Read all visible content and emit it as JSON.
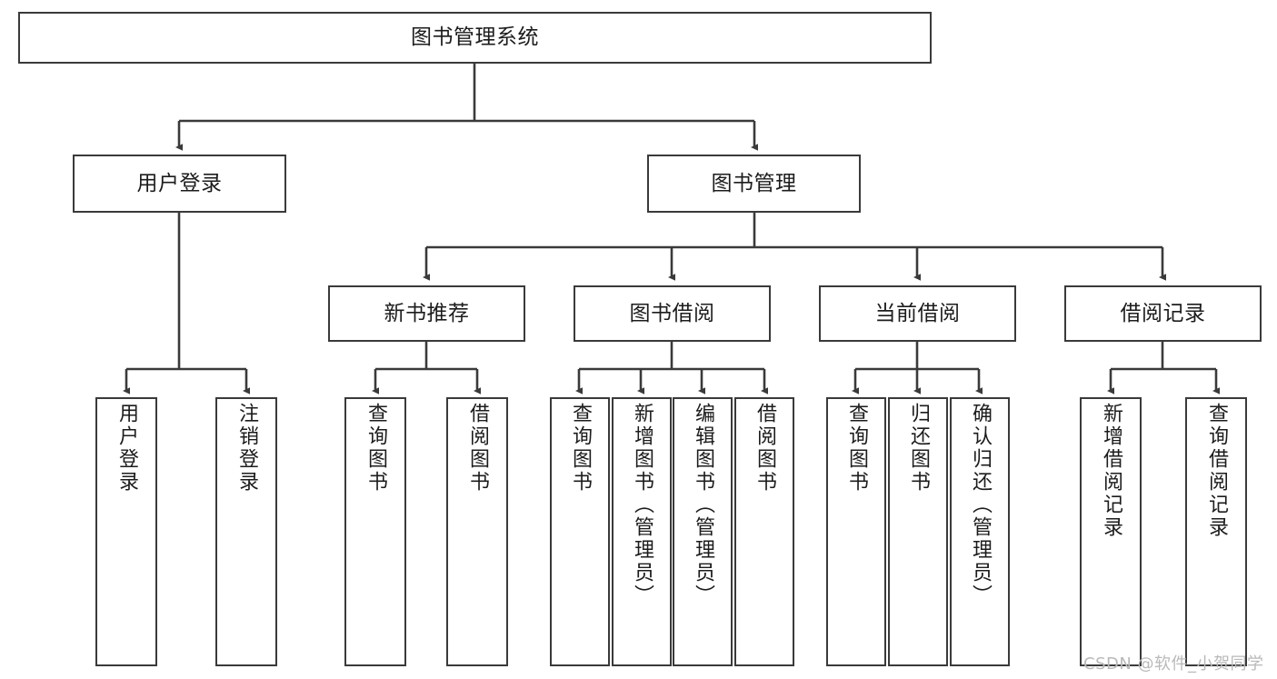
{
  "diagram": {
    "type": "hierarchy-tree",
    "title": "图书管理系统",
    "orientation": "top-down",
    "levels": 4,
    "colors": {
      "box_border": "#3a3a3a",
      "box_fill": "#ffffff",
      "connector": "#3a3a3a",
      "text": "#1c1c1c",
      "watermark": "#b9b9b9",
      "background": "#ffffff"
    }
  },
  "nodes": {
    "root": {
      "label": "图书管理系统"
    },
    "level2": [
      {
        "label": "用户登录"
      },
      {
        "label": "图书管理"
      }
    ],
    "level3": [
      {
        "label": "新书推荐"
      },
      {
        "label": "图书借阅"
      },
      {
        "label": "当前借阅"
      },
      {
        "label": "借阅记录"
      }
    ],
    "leaves": {
      "user_login": [
        {
          "label": "用户登录"
        },
        {
          "label": "注销登录"
        }
      ],
      "new_book_recommend": [
        {
          "label": "查询图书"
        },
        {
          "label": "借阅图书"
        }
      ],
      "book_borrow": [
        {
          "label": "查询图书"
        },
        {
          "label": "新增图书（管理员）"
        },
        {
          "label": "编辑图书（管理员）"
        },
        {
          "label": "借阅图书"
        }
      ],
      "current_borrow": [
        {
          "label": "查询图书"
        },
        {
          "label": "归还图书"
        },
        {
          "label": "确认归还（管理员）"
        }
      ],
      "borrow_record": [
        {
          "label": "新增借阅记录"
        },
        {
          "label": "查询借阅记录"
        }
      ]
    }
  },
  "watermark": {
    "text": "CSDN @软件_小贺同学"
  }
}
